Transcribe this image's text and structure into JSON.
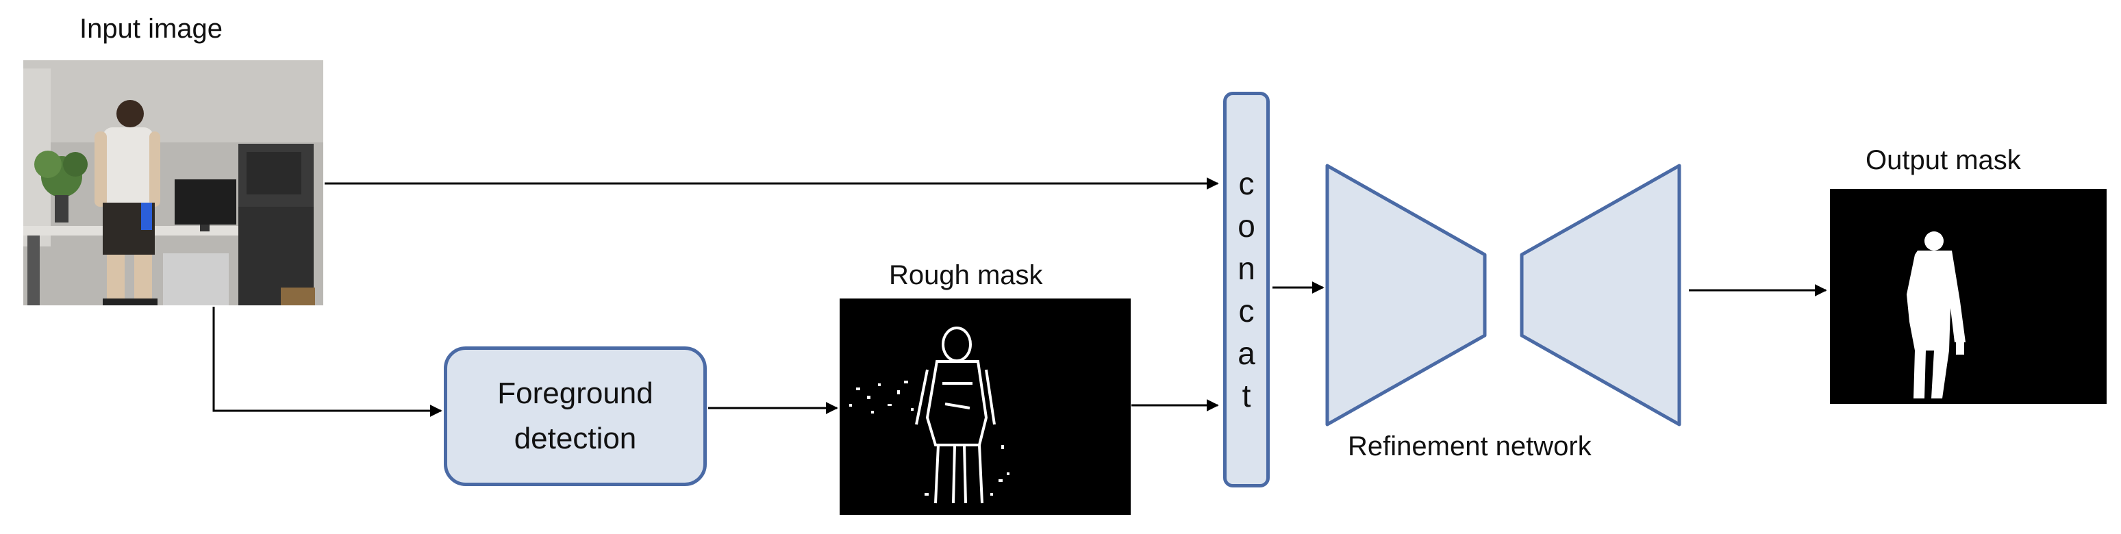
{
  "labels": {
    "input_image": "Input image",
    "rough_mask": "Rough mask",
    "output_mask": "Output mask",
    "refinement_network": "Refinement network"
  },
  "foreground_detection": {
    "line1": "Foreground",
    "line2": "detection"
  },
  "concat": {
    "letters": [
      "c",
      "o",
      "n",
      "c",
      "a",
      "t"
    ]
  },
  "colors": {
    "box_fill": "#dbe3ee",
    "box_border": "#4a6aa5",
    "arrow": "#000000",
    "mask_bg": "#000000",
    "mask_fg": "#ffffff"
  },
  "icons": {
    "input_photo": "person-in-office-photo",
    "rough_mask": "noisy-silhouette-edge-mask",
    "output_mask": "solid-white-silhouette-mask"
  }
}
